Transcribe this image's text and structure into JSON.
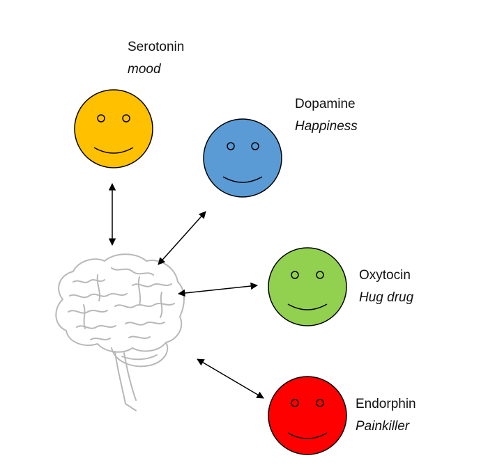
{
  "neurotransmitters": [
    {
      "id": "serotonin",
      "name": "Serotonin",
      "role": "mood",
      "color": "#ffc000"
    },
    {
      "id": "dopamine",
      "name": "Dopamine",
      "role": "Happiness",
      "color": "#5b9bd5"
    },
    {
      "id": "oxytocin",
      "name": "Oxytocin",
      "role": "Hug drug",
      "color": "#92d050"
    },
    {
      "id": "endorphin",
      "name": "Endorphin",
      "role": "Painkiller",
      "color": "#ff0000"
    }
  ],
  "colors": {
    "outline": "#000000",
    "brain_stroke": "#b8b8b8",
    "arrow": "#000000"
  },
  "icons": {
    "brain": "brain-icon",
    "face": "smiley-face-icon",
    "arrow": "double-headed-arrow"
  }
}
